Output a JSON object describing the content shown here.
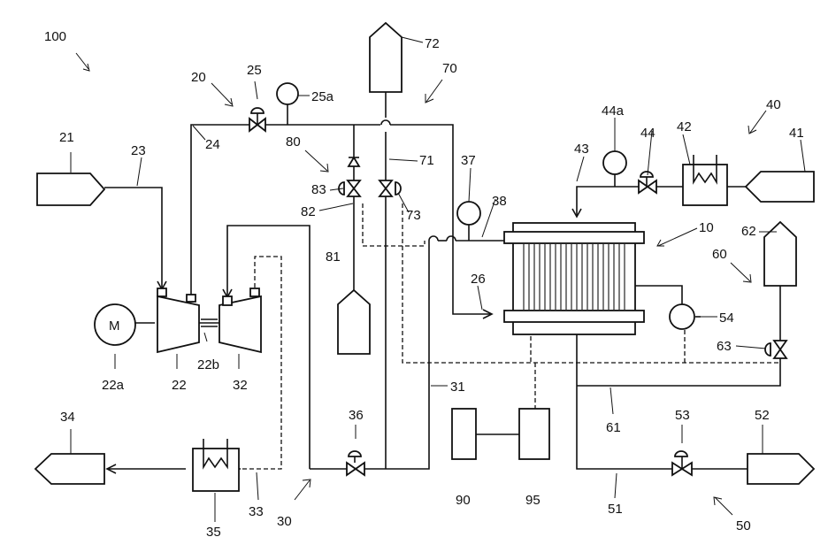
{
  "labels": {
    "l100": "100",
    "l20": "20",
    "l25": "25",
    "l25a": "25a",
    "l72": "72",
    "l70": "70",
    "l21": "21",
    "l23": "23",
    "l24": "24",
    "l80": "80",
    "l71": "71",
    "l83": "83",
    "l82": "82",
    "l73": "73",
    "l37": "37",
    "l38": "38",
    "l43": "43",
    "l44a": "44a",
    "l44": "44",
    "l42": "42",
    "l40": "40",
    "l41": "41",
    "l10": "10",
    "l62": "62",
    "l60": "60",
    "l26": "26",
    "l81": "81",
    "lM": "M",
    "l22a": "22a",
    "l22": "22",
    "l22b": "22b",
    "l32": "32",
    "l54": "54",
    "l63": "63",
    "l31": "31",
    "l61": "61",
    "l34": "34",
    "l36": "36",
    "l53": "53",
    "l52": "52",
    "l90": "90",
    "l95": "95",
    "l35": "35",
    "l33": "33",
    "l30": "30",
    "l51": "51",
    "l50": "50"
  }
}
